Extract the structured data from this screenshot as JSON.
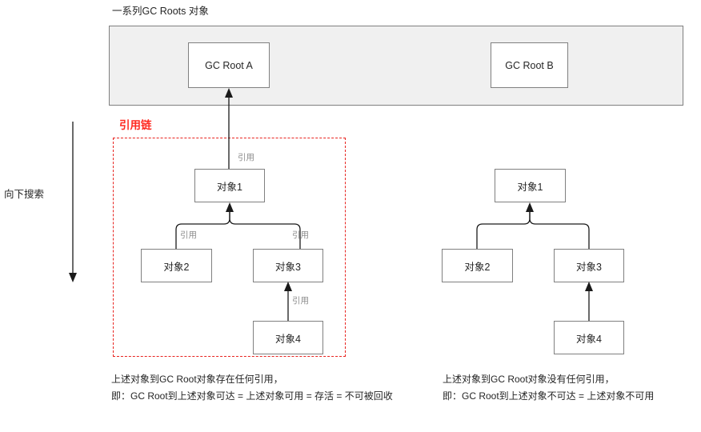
{
  "diagram": {
    "roots_band": {
      "title": "一系列GC Roots 对象",
      "band_color": "#f0f0f0",
      "nodes": [
        {
          "id": "gc-root-a",
          "label": "GC Root A"
        },
        {
          "id": "gc-root-b",
          "label": "GC Root B"
        }
      ]
    },
    "search_annotation": {
      "label": "向下搜索",
      "direction": "down"
    },
    "reference_chain": {
      "label": "引用链",
      "label_color": "#ff2a21",
      "box_color": "#e8231f",
      "box_style": "dashed"
    },
    "edge_label": "引用",
    "left_tree": {
      "nodes": [
        {
          "id": "l-obj1",
          "label": "对象1"
        },
        {
          "id": "l-obj2",
          "label": "对象2"
        },
        {
          "id": "l-obj3",
          "label": "对象3"
        },
        {
          "id": "l-obj4",
          "label": "对象4"
        }
      ],
      "edges": [
        {
          "from": "l-obj1",
          "to": "gc-root-a",
          "label": "引用"
        },
        {
          "from": "l-obj2",
          "to": "l-obj1",
          "label": "引用"
        },
        {
          "from": "l-obj3",
          "to": "l-obj1",
          "label": "引用"
        },
        {
          "from": "l-obj4",
          "to": "l-obj3",
          "label": "引用"
        }
      ],
      "caption": {
        "line1": "上述对象到GC Root对象存在任何引用，",
        "line2": "即：GC Root到上述对象可达 = 上述对象可用 = 存活 = 不可被回收"
      }
    },
    "right_tree": {
      "nodes": [
        {
          "id": "r-obj1",
          "label": "对象1"
        },
        {
          "id": "r-obj2",
          "label": "对象2"
        },
        {
          "id": "r-obj3",
          "label": "对象3"
        },
        {
          "id": "r-obj4",
          "label": "对象4"
        }
      ],
      "edges": [
        {
          "from": "r-obj2",
          "to": "r-obj1"
        },
        {
          "from": "r-obj3",
          "to": "r-obj1"
        },
        {
          "from": "r-obj4",
          "to": "r-obj3"
        }
      ],
      "caption": {
        "line1": "上述对象到GC Root对象没有任何引用，",
        "line2": "即：GC Root到上述对象不可达 = 上述对象不可用"
      }
    }
  }
}
